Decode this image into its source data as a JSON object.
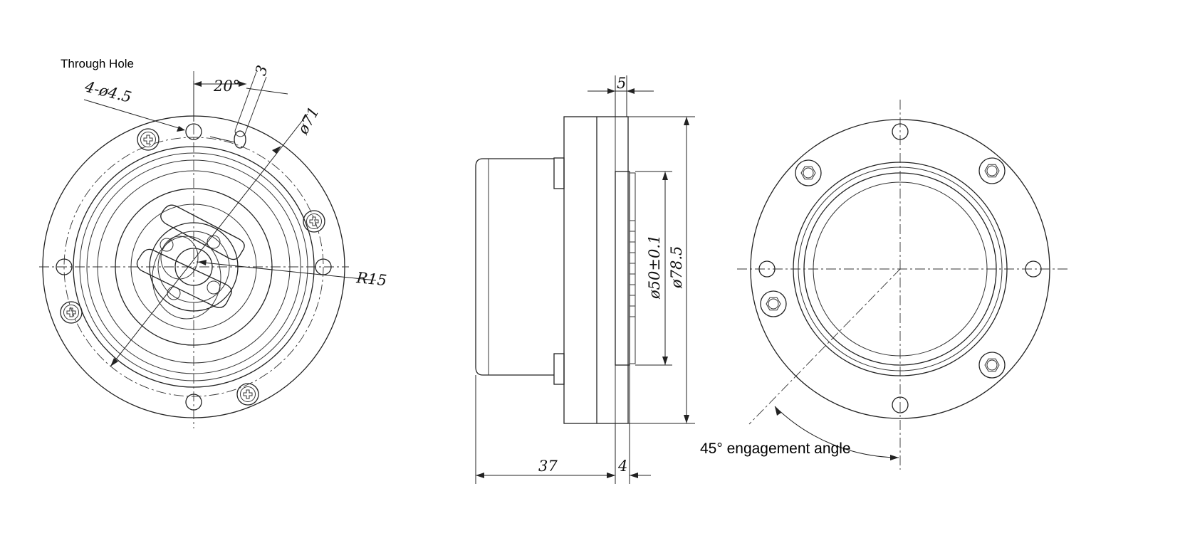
{
  "labels": {
    "through_hole": "Through Hole",
    "engagement": "45° engagement angle"
  },
  "front_view": {
    "hole_spec": "4-ø4.5",
    "angle": "20°",
    "slot_width": "3",
    "diameter": "ø71",
    "radius": "R15"
  },
  "side_view": {
    "flange_thickness": "5",
    "pilot_diameter": "ø50±0.1",
    "outer_diameter": "ø78.5",
    "body_length": "37",
    "pilot_depth": "4"
  }
}
